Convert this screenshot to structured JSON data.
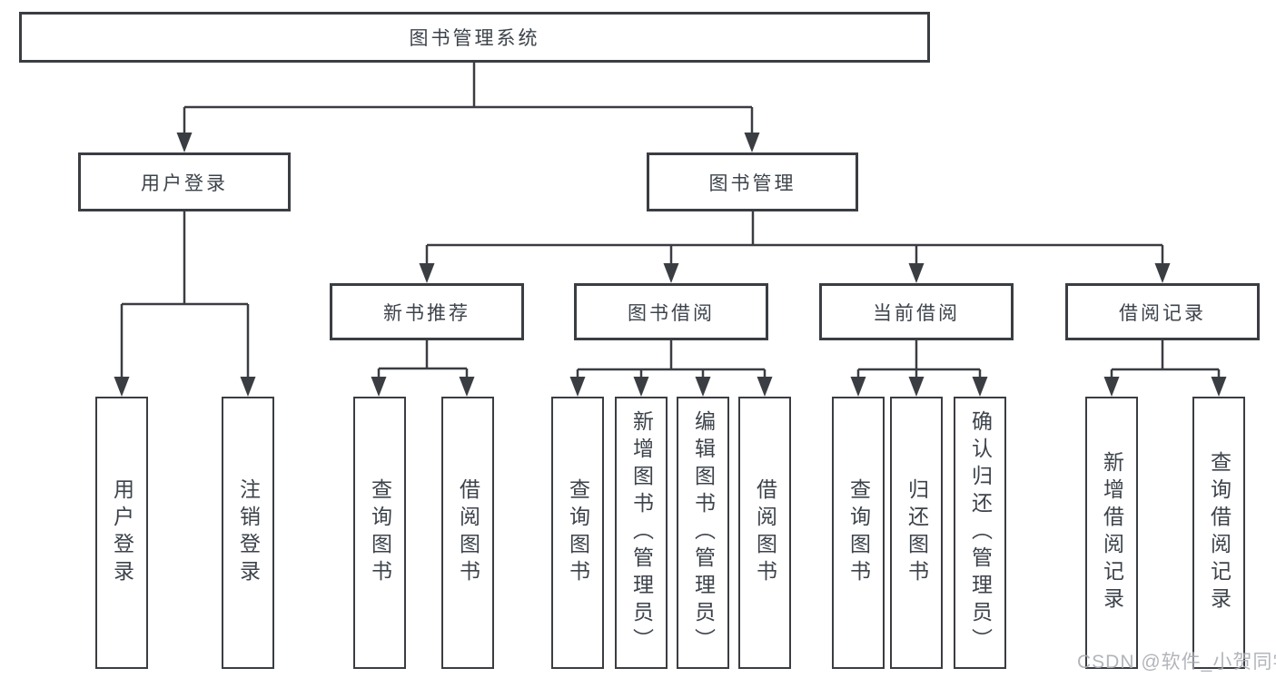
{
  "tree": {
    "root": {
      "label": "图书管理系统"
    },
    "level2": [
      {
        "label": "用户登录",
        "children": [
          {
            "label": "用户登录"
          },
          {
            "label": "注销登录"
          }
        ]
      },
      {
        "label": "图书管理",
        "children": [
          {
            "label": "新书推荐",
            "children": [
              {
                "label": "查询图书"
              },
              {
                "label": "借阅图书"
              }
            ]
          },
          {
            "label": "图书借阅",
            "children": [
              {
                "label": "查询图书"
              },
              {
                "label": "新增图书（管理员）"
              },
              {
                "label": "编辑图书（管理员）"
              },
              {
                "label": "借阅图书"
              }
            ]
          },
          {
            "label": "当前借阅",
            "children": [
              {
                "label": "查询图书"
              },
              {
                "label": "归还图书"
              },
              {
                "label": "确认归还（管理员）"
              }
            ]
          },
          {
            "label": "借阅记录",
            "children": [
              {
                "label": "新增借阅记录"
              },
              {
                "label": "查询借阅记录"
              }
            ]
          }
        ]
      }
    ]
  },
  "watermark": "CSDN @软件_小贺同学",
  "colors": {
    "line": "#3a3d42",
    "text": "#3d434b",
    "watermark": "#aaadb2",
    "background": "#ffffff"
  }
}
